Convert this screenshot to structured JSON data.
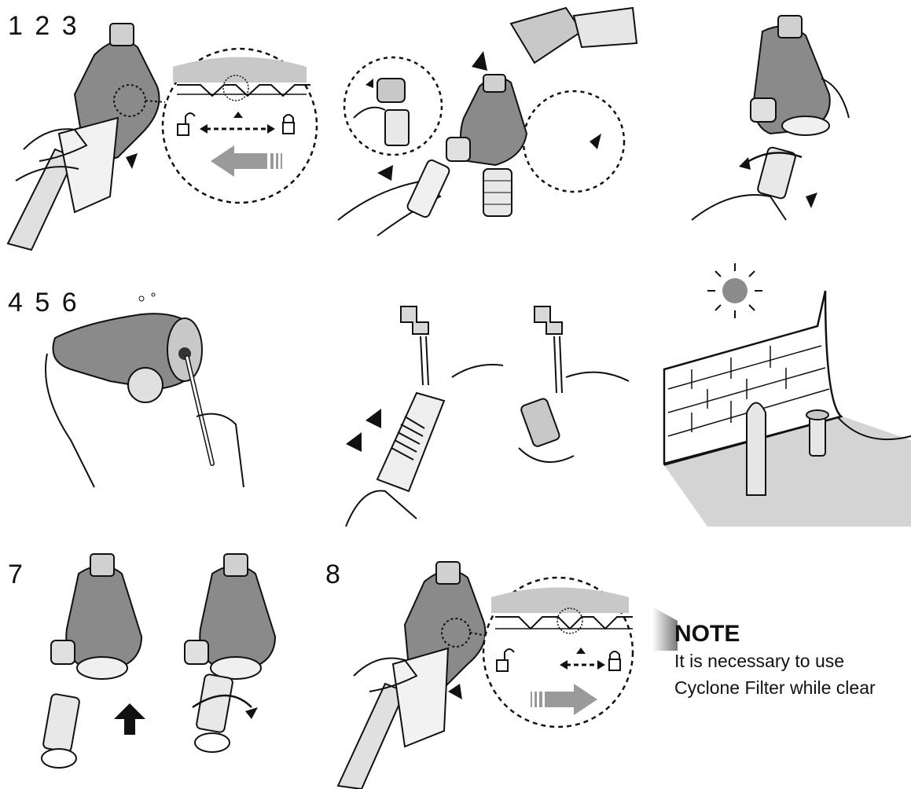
{
  "steps": {
    "row1": "1 2 3",
    "row2": "4 5 6",
    "row3a": "7",
    "row3b": "8"
  },
  "note": {
    "title": "NOTE",
    "line1": "It is necessary to use",
    "line2": "Cyclone Filter while clear"
  },
  "colors": {
    "ink": "#111111",
    "body_gray": "#8a8a8a",
    "light_gray": "#c8c8c8",
    "arrow_gray": "#9a9a9a",
    "sun_gray": "#8c8c8c"
  }
}
